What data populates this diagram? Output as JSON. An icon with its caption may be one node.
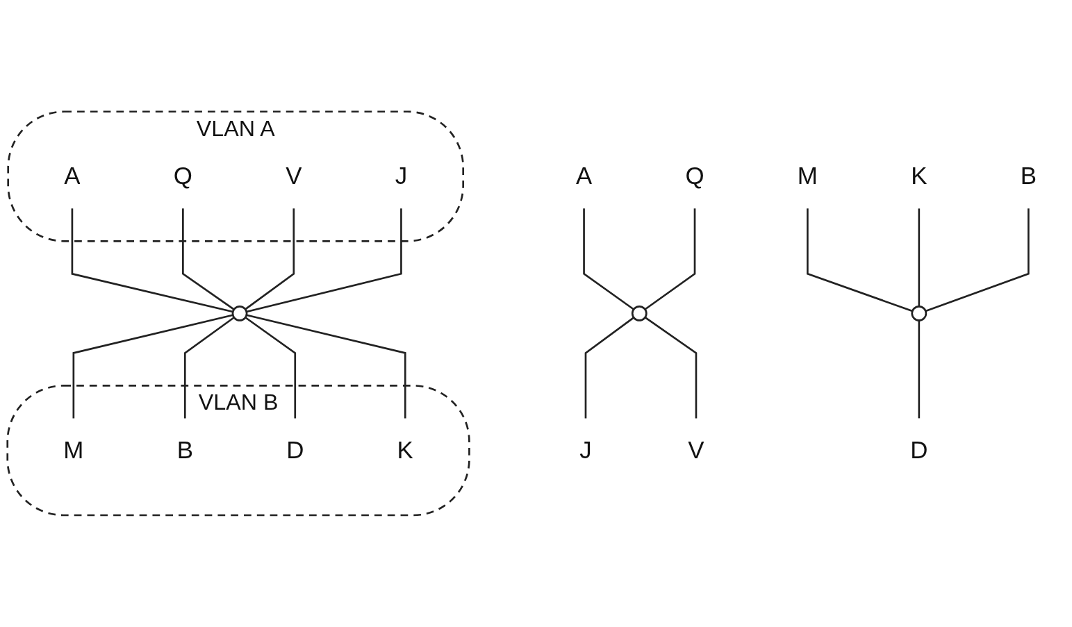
{
  "diagram": {
    "nodes": [
      {
        "text": [
          "VLAN A"
        ]
      },
      {
        "text": [
          "A"
        ],
        "in": 0
      },
      {
        "text": [
          "Q"
        ],
        "in": 0
      },
      {
        "text": [
          "V"
        ],
        "in": 0
      },
      {
        "text": [
          "J"
        ],
        "in": 0
      },
      {
        "text": [],
        "shape": "ellipse"
      },
      {
        "text": [
          "VLAN B"
        ]
      },
      {
        "text": [
          "M"
        ],
        "in": 6
      },
      {
        "text": [
          "B"
        ],
        "in": 6
      },
      {
        "text": [
          "D"
        ],
        "in": 6
      },
      {
        "text": [
          "K"
        ],
        "in": 6
      },
      {
        "text": [
          "A"
        ]
      },
      {
        "text": [
          "Q"
        ]
      },
      {
        "text": [
          "M"
        ]
      },
      {
        "text": [
          "K"
        ]
      },
      {
        "text": [
          "B"
        ]
      },
      {
        "text": [],
        "shape": "ellipse"
      },
      {
        "text": [],
        "shape": "ellipse"
      },
      {
        "text": [
          "J"
        ]
      },
      {
        "text": [
          "V"
        ]
      },
      {
        "text": [
          "D"
        ]
      }
    ],
    "edges": [
      {
        "from": 1,
        "to": 5,
        "arrow": "none"
      },
      {
        "from": 2,
        "to": 5,
        "arrow": "none"
      },
      {
        "from": 3,
        "to": 5,
        "arrow": "none"
      },
      {
        "from": 4,
        "to": 5,
        "arrow": "none"
      },
      {
        "from": 5,
        "to": 7,
        "arrow": "none"
      },
      {
        "from": 5,
        "to": 8,
        "arrow": "none"
      },
      {
        "from": 5,
        "to": 9,
        "arrow": "none"
      },
      {
        "from": 5,
        "to": 10,
        "arrow": "none"
      },
      {
        "from": 11,
        "to": 16,
        "arrow": "none"
      },
      {
        "from": 12,
        "to": 16,
        "arrow": "none"
      },
      {
        "from": 16,
        "to": 18,
        "arrow": "none"
      },
      {
        "from": 16,
        "to": 19,
        "arrow": "none"
      },
      {
        "from": 13,
        "to": 17,
        "arrow": "none"
      },
      {
        "from": 14,
        "to": 17,
        "arrow": "none"
      },
      {
        "from": 15,
        "to": 17,
        "arrow": "none"
      },
      {
        "from": 17,
        "to": 20,
        "arrow": "none"
      }
    ]
  }
}
